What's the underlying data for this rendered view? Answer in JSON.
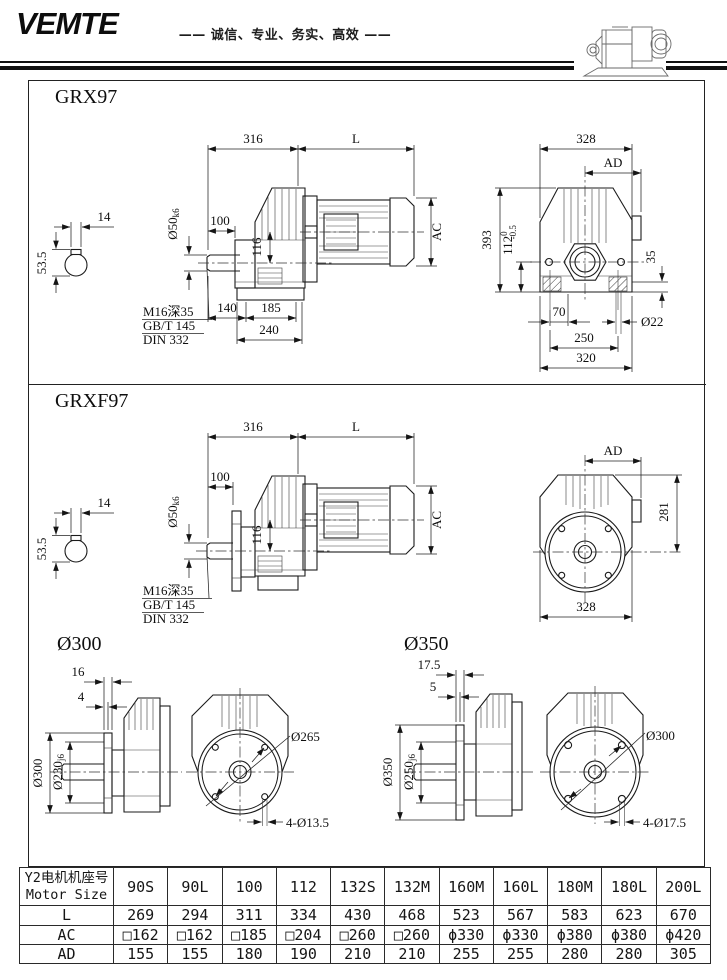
{
  "header": {
    "brand": "VEMTE",
    "slogan": "—— 诚信、专业、务实、高效 ——"
  },
  "sections": {
    "grx97": {
      "title": "GRX97",
      "shaft": {
        "d14": "14",
        "d535": "53.5"
      },
      "side": {
        "d316": "316",
        "dL": "L",
        "d100": "100",
        "shaft_main": "Ø50",
        "shaft_sub": "k6",
        "d116": "116",
        "ac": "AC",
        "d140": "140",
        "d185": "185",
        "d240": "240",
        "note1": "M16深35",
        "note2": "GB/T 145",
        "note3": "DIN 332"
      },
      "rear": {
        "d328": "328",
        "ad": "AD",
        "d393": "393",
        "d112": "112",
        "tol_hi": "0",
        "tol_lo": "-0.5",
        "d35": "35",
        "d70": "70",
        "hole": "Ø22",
        "d250": "250",
        "d320": "320"
      }
    },
    "grxf97": {
      "title": "GRXF97",
      "shaft": {
        "d14": "14",
        "d535": "53.5"
      },
      "side": {
        "d316": "316",
        "dL": "L",
        "d100": "100",
        "shaft_main": "Ø50",
        "shaft_sub": "k6",
        "d116": "116",
        "ac": "AC",
        "note1": "M16深35",
        "note2": "GB/T 145",
        "note3": "DIN 332"
      },
      "rear": {
        "ad": "AD",
        "d281": "281",
        "d328": "328"
      }
    },
    "f300": {
      "title": "Ø300",
      "d16": "16",
      "d4": "4",
      "outer": "Ø300",
      "spigot_main": "Ø230",
      "spigot_sub": "j6",
      "bolt_circle": "Ø265",
      "holes": "4-Ø13.5"
    },
    "f350": {
      "title": "Ø350",
      "d175": "17.5",
      "d5": "5",
      "outer": "Ø350",
      "spigot_main": "Ø250",
      "spigot_sub": "j6",
      "bolt_circle": "Ø300",
      "holes": "4-Ø17.5"
    }
  },
  "table": {
    "header_cn": "Y2电机机座号",
    "header_en": "Motor Size",
    "columns": [
      "90S",
      "90L",
      "100",
      "112",
      "132S",
      "132M",
      "160M",
      "160L",
      "180M",
      "180L",
      "200L"
    ],
    "rows": [
      {
        "label": "L",
        "values": [
          "269",
          "294",
          "311",
          "334",
          "430",
          "468",
          "523",
          "567",
          "583",
          "623",
          "670"
        ]
      },
      {
        "label": "AC",
        "values": [
          "□162",
          "□162",
          "□185",
          "□204",
          "□260",
          "□260",
          "ϕ330",
          "ϕ330",
          "ϕ380",
          "ϕ380",
          "ϕ420"
        ]
      },
      {
        "label": "AD",
        "values": [
          "155",
          "155",
          "180",
          "190",
          "210",
          "210",
          "255",
          "255",
          "280",
          "280",
          "305"
        ]
      }
    ]
  }
}
